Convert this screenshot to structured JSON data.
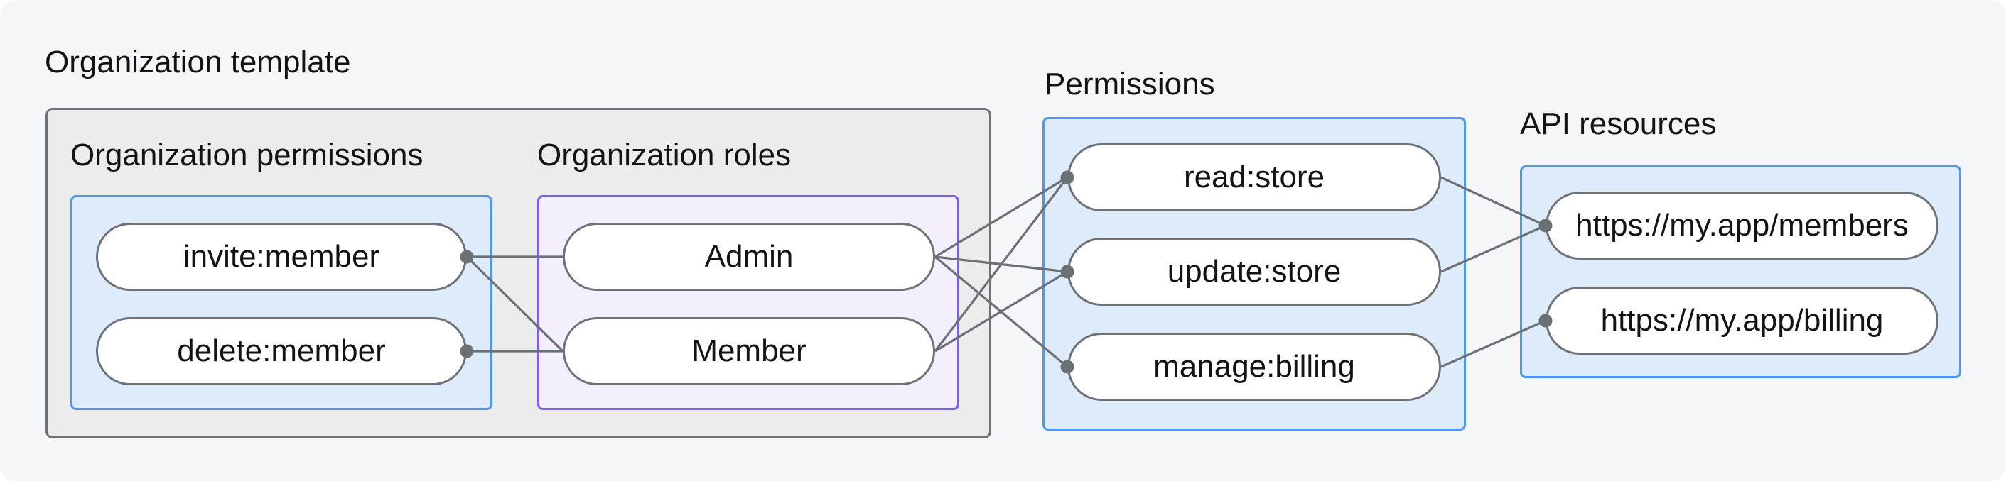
{
  "title": "Organization template",
  "sections": {
    "org_permissions": {
      "label": "Organization permissions",
      "items": [
        "invite:member",
        "delete:member"
      ]
    },
    "org_roles": {
      "label": "Organization roles",
      "items": [
        "Admin",
        "Member"
      ]
    },
    "permissions": {
      "label": "Permissions",
      "items": [
        "read:store",
        "update:store",
        "manage:billing"
      ]
    },
    "api_resources": {
      "label": "API resources",
      "items": [
        "https://my.app/members",
        "https://my.app/billing"
      ]
    }
  },
  "edges": [
    {
      "from": "invite-member",
      "to": "admin"
    },
    {
      "from": "invite-member",
      "to": "member"
    },
    {
      "from": "delete-member",
      "to": "member"
    },
    {
      "from": "admin",
      "to": "read-store"
    },
    {
      "from": "admin",
      "to": "update-store"
    },
    {
      "from": "admin",
      "to": "manage-billing"
    },
    {
      "from": "member",
      "to": "read-store"
    },
    {
      "from": "member",
      "to": "update-store"
    },
    {
      "from": "read-store",
      "to": "members-api"
    },
    {
      "from": "update-store",
      "to": "members-api"
    },
    {
      "from": "manage-billing",
      "to": "billing-api"
    }
  ],
  "colors": {
    "page_bg": "#F5F6F7",
    "gray_fill": "#ECECED",
    "gray_border": "#6E7276",
    "blue_border": "#4B96F8",
    "blue_fill": "#DDEBFB",
    "purple_border": "#7C5CF7",
    "purple_fill": "#F4EFFC",
    "pill_border": "#6E7276",
    "pill_fill": "#FFFFFF",
    "connector": "#6B7075",
    "text": "#131316"
  }
}
